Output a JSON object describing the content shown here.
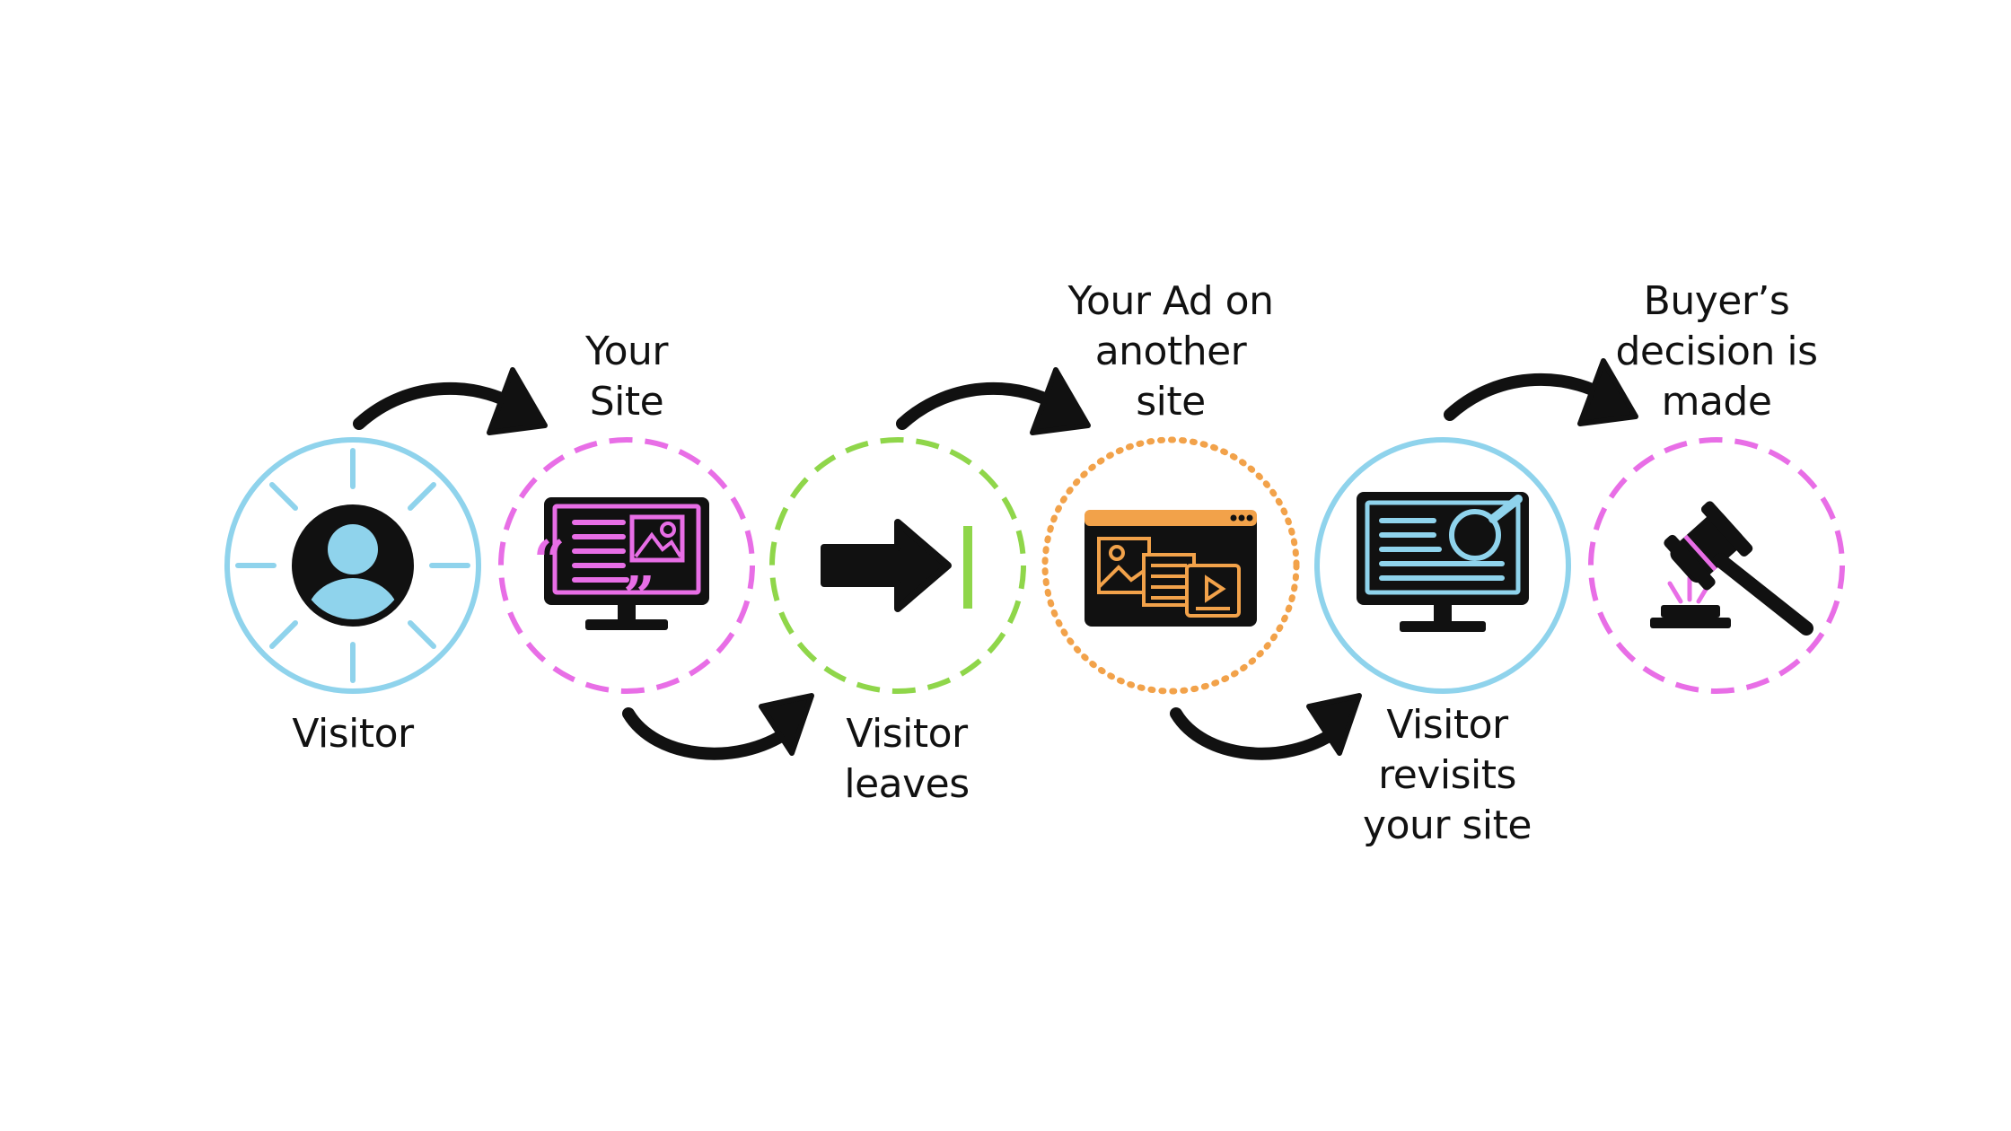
{
  "colors": {
    "blue": "#8fd3ec",
    "pink": "#e86ee6",
    "green": "#8fd64a",
    "orange": "#f2a24a",
    "black": "#111111"
  },
  "steps": [
    {
      "id": "visitor",
      "label": [
        "Visitor"
      ],
      "icon": "user-icon",
      "ring": "solid-blue"
    },
    {
      "id": "your-site",
      "label": [
        "Your",
        "Site"
      ],
      "icon": "website-monitor-icon",
      "ring": "dashed-pink"
    },
    {
      "id": "visitor-leaves",
      "label": [
        "Visitor",
        "leaves"
      ],
      "icon": "exit-arrow-icon",
      "ring": "dashed-green"
    },
    {
      "id": "your-ad",
      "label": [
        "Your Ad on",
        "another",
        "site"
      ],
      "icon": "ad-window-icon",
      "ring": "dotted-orange"
    },
    {
      "id": "visitor-revisits",
      "label": [
        "Visitor",
        "revisits",
        "your site"
      ],
      "icon": "monitor-search-icon",
      "ring": "solid-blue"
    },
    {
      "id": "decision",
      "label": [
        "Buyer’s",
        "decision is",
        "made"
      ],
      "icon": "gavel-icon",
      "ring": "dashed-pink"
    }
  ]
}
